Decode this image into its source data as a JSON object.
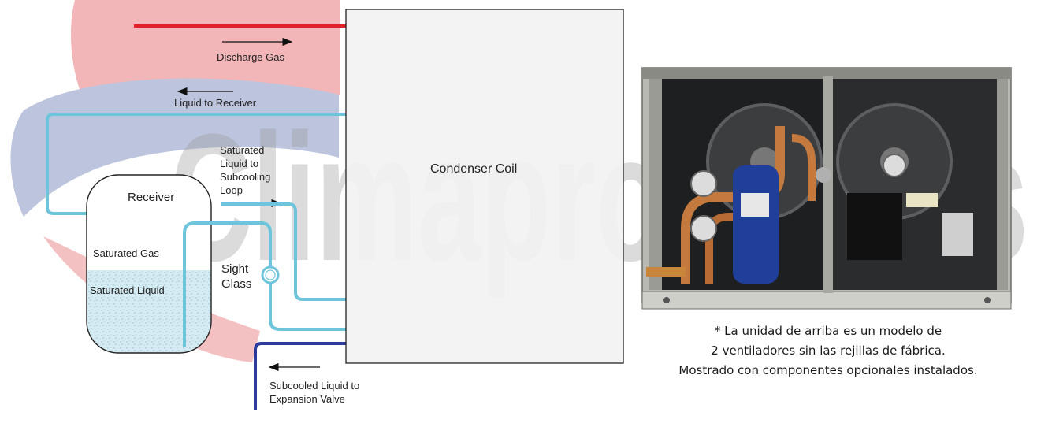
{
  "watermark": {
    "text": "Climaproyectos",
    "colors": {
      "red": "#d9262b",
      "blue": "#3a4f9c",
      "text": "#c8c8c8"
    }
  },
  "diagram": {
    "labels": {
      "discharge_gas": "Discharge Gas",
      "liquid_to_receiver": "Liquid to Receiver",
      "saturated_liquid_to_subcooling": [
        "Saturated",
        "Liquid to",
        "Subcooling",
        "Loop"
      ],
      "receiver": "Receiver",
      "saturated_gas": "Saturated Gas",
      "saturated_liquid": "Saturated Liquid",
      "sight_glass": [
        "Sight",
        "Glass"
      ],
      "condenser_coil": "Condenser Coil",
      "subcooled_liquid": [
        "Subcooled Liquid to",
        "Expansion Valve"
      ]
    },
    "colors": {
      "discharge_line": "#e32028",
      "liquid_line": "#6ec4da",
      "subcooled_line": "#2d3c9c",
      "coil_fill": "#f2f2f2",
      "liquid_fill": "#cfe6ee"
    }
  },
  "photo": {
    "alt": "condensing-unit-photo",
    "caption": [
      "* La unidad de arriba es un modelo de",
      "2 ventiladores sin las rejillas de fábrica.",
      "Mostrado con componentes opcionales instalados."
    ]
  }
}
